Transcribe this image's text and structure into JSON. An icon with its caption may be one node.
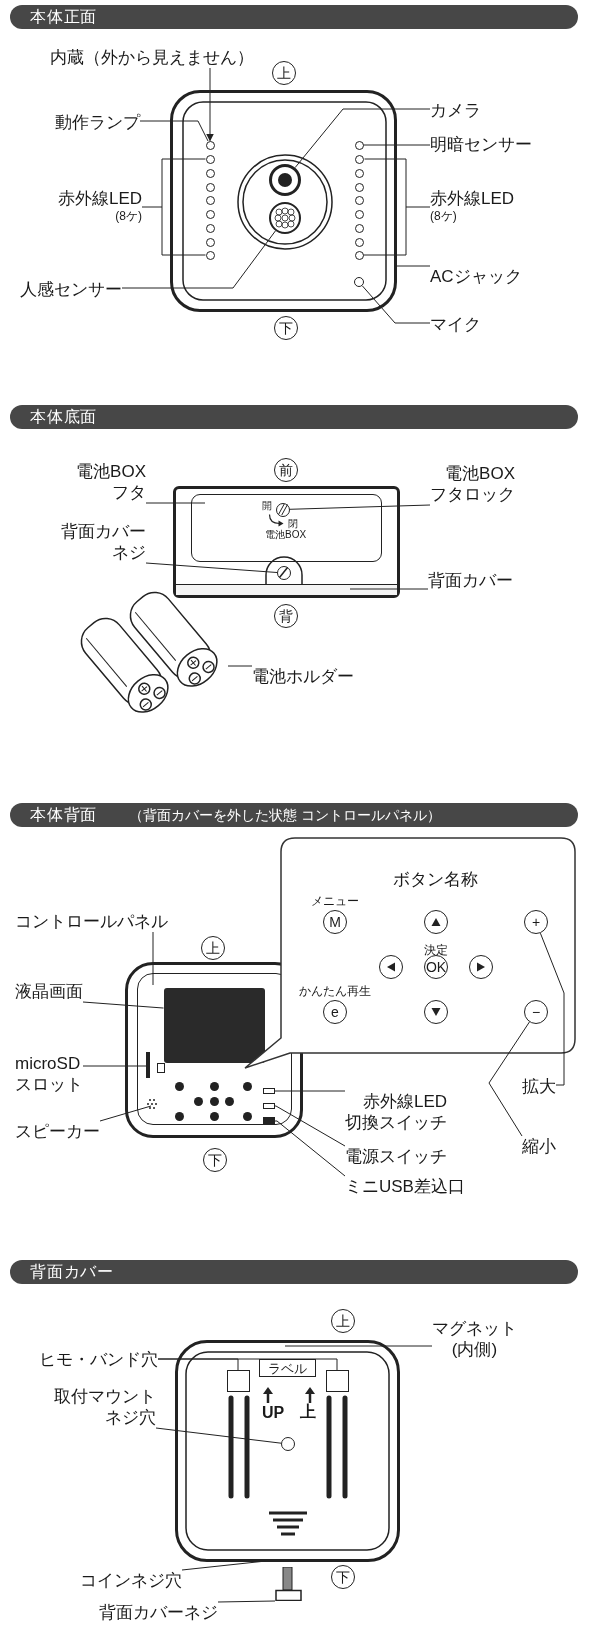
{
  "diagram": {
    "nodes": [
      {
        "text": [
          "本体正面"
        ]
      },
      {
        "text": [
          "内蔵（外から見えません）"
        ]
      },
      {
        "text": [
          "上"
        ]
      },
      {
        "text": [
          "動作ランプ"
        ]
      },
      {
        "text": [
          "カメラ"
        ]
      },
      {
        "text": [
          "明暗センサー"
        ]
      },
      {
        "text": [
          "赤外線LED",
          "(8ケ)"
        ]
      },
      {
        "text": [
          "赤外線LED",
          "(8ケ)"
        ]
      },
      {
        "text": [
          "ACジャック"
        ]
      },
      {
        "text": [
          "人感センサー"
        ]
      },
      {
        "text": [
          "マイク"
        ]
      },
      {
        "text": [
          "下"
        ]
      },
      {
        "text": [
          "本体底面"
        ]
      },
      {
        "text": [
          "前"
        ]
      },
      {
        "text": [
          "電池BOX",
          "フタ"
        ]
      },
      {
        "text": [
          "電池BOX",
          "フタロック"
        ]
      },
      {
        "text": [
          "背面カバー",
          "ネジ"
        ]
      },
      {
        "text": [
          "背面カバー"
        ]
      },
      {
        "text": [
          "背"
        ]
      },
      {
        "text": [
          "電池ホルダー"
        ]
      },
      {
        "text": [
          "本体背面",
          "（背面カバーを外した状態 コントロールパネル）"
        ]
      },
      {
        "text": [
          "ボタン名称"
        ]
      },
      {
        "text": [
          "M"
        ],
        "beside": [
          "メニュー"
        ],
        "in": 21
      },
      {
        "text": [],
        "shape": "circle",
        "in": 21
      },
      {
        "text": [
          "+"
        ],
        "in": 21
      },
      {
        "text": [],
        "shape": "circle",
        "in": 21
      },
      {
        "text": [
          "OK"
        ],
        "beside": [
          "決定"
        ],
        "in": 21
      },
      {
        "text": [],
        "shape": "circle",
        "in": 21
      },
      {
        "text": [
          "e"
        ],
        "beside": [
          "かんたん再生"
        ],
        "in": 21
      },
      {
        "text": [],
        "shape": "circle",
        "in": 21
      },
      {
        "text": [
          "−"
        ],
        "in": 21
      },
      {
        "text": [
          "コントロールパネル"
        ]
      },
      {
        "text": [
          "上"
        ]
      },
      {
        "text": [
          "液晶画面"
        ]
      },
      {
        "text": [
          "microSD",
          "スロット"
        ]
      },
      {
        "text": [
          "赤外線LED",
          "切換スイッチ"
        ]
      },
      {
        "text": [
          "拡大"
        ]
      },
      {
        "text": [
          "スピーカー"
        ]
      },
      {
        "text": [
          "縮小"
        ]
      },
      {
        "text": [
          "電源スイッチ"
        ]
      },
      {
        "text": [
          "下"
        ]
      },
      {
        "text": [
          "ミニUSB差込口"
        ]
      },
      {
        "text": [
          "背面カバー"
        ]
      },
      {
        "text": [
          "上"
        ]
      },
      {
        "text": [
          "マグネット",
          "(内側)"
        ]
      },
      {
        "text": [
          "ヒモ・バンド穴"
        ]
      },
      {
        "text": [
          "ラベル"
        ],
        "in": 73
      },
      {
        "text": [
          "取付マウント",
          "ネジ穴"
        ]
      },
      {
        "text": [
          "コインネジ穴"
        ]
      },
      {
        "text": [
          "下"
        ]
      },
      {
        "text": [
          "背面カバーネジ"
        ]
      },
      {
        "text": [],
        "shape": "box"
      },
      {
        "text": [],
        "shape": "circle",
        "in": 51
      },
      {
        "text": [],
        "shape": "circle",
        "in": 51
      },
      {
        "text": [],
        "shape": "circle",
        "in": 51
      },
      {
        "text": [],
        "shape": "circle",
        "in": 51
      },
      {
        "text": [],
        "shape": "circle",
        "in": 51
      },
      {
        "text": [],
        "shape": "circle",
        "in": 51
      },
      {
        "text": [],
        "shape": "circle",
        "in": 51
      },
      {
        "text": [],
        "shape": "box"
      },
      {
        "text": [],
        "shape": "box",
        "in": 59
      },
      {
        "text": [],
        "shape": "circle",
        "in": 60
      },
      {
        "text": [],
        "shape": "circle",
        "in": 59
      },
      {
        "text": [],
        "shape": "bar",
        "in": 59
      },
      {
        "text": [],
        "shape": "cylinder"
      },
      {
        "text": [],
        "shape": "box"
      },
      {
        "text": [],
        "shape": "box",
        "in": 65
      },
      {
        "text": [],
        "shape": "box",
        "in": 66
      },
      {
        "text": [],
        "shape": "bar",
        "in": 66
      },
      {
        "text": [],
        "shape": "circle",
        "in": 66
      },
      {
        "text": [],
        "shape": "box",
        "in": 66
      },
      {
        "text": [],
        "shape": "box",
        "in": 66
      },
      {
        "text": [],
        "shape": "box",
        "in": 66
      },
      {
        "text": [],
        "shape": "box"
      },
      {
        "text": [],
        "shape": "box",
        "in": 73
      },
      {
        "text": [],
        "shape": "box",
        "in": 73
      },
      {
        "text": [],
        "shape": "circle",
        "in": 73
      },
      {
        "text": [],
        "shape": "box"
      }
    ],
    "edges": [
      {
        "from": 1,
        "to": 52,
        "arrow": "to"
      },
      {
        "from": 3,
        "to": 52,
        "arrow": "none"
      },
      {
        "from": 4,
        "to": 53,
        "arrow": "none"
      },
      {
        "from": 5,
        "to": 54,
        "arrow": "none"
      },
      {
        "from": 6,
        "to": 55,
        "arrow": "none"
      },
      {
        "from": 7,
        "to": 56,
        "arrow": "none"
      },
      {
        "from": 8,
        "to": 51,
        "arrow": "none"
      },
      {
        "from": 9,
        "to": 57,
        "arrow": "none"
      },
      {
        "from": 10,
        "to": 58,
        "arrow": "none"
      },
      {
        "from": 14,
        "to": 60,
        "arrow": "none"
      },
      {
        "from": 15,
        "to": 61,
        "arrow": "none"
      },
      {
        "from": 16,
        "to": 62,
        "arrow": "none"
      },
      {
        "from": 17,
        "to": 63,
        "arrow": "none"
      },
      {
        "from": 19,
        "to": 64,
        "arrow": "none"
      },
      {
        "from": 31,
        "to": 66,
        "arrow": "none"
      },
      {
        "from": 33,
        "to": 67,
        "arrow": "none"
      },
      {
        "from": 34,
        "to": 68,
        "arrow": "none"
      },
      {
        "from": 35,
        "to": 70,
        "arrow": "none"
      },
      {
        "from": 37,
        "to": 69,
        "arrow": "none"
      },
      {
        "from": 39,
        "to": 71,
        "arrow": "none"
      },
      {
        "from": 41,
        "to": 72,
        "arrow": "none"
      },
      {
        "from": 36,
        "to": 24,
        "arrow": "none"
      },
      {
        "from": 38,
        "to": 30,
        "arrow": "none"
      },
      {
        "from": 44,
        "to": 73,
        "arrow": "none"
      },
      {
        "from": 45,
        "to": 74,
        "arrow": "none"
      },
      {
        "from": 47,
        "to": 76,
        "arrow": "none"
      },
      {
        "from": 48,
        "to": 73,
        "arrow": "none"
      },
      {
        "from": 50,
        "to": 77,
        "arrow": "none"
      },
      {
        "from": 45,
        "to": 75,
        "arrow": "none"
      }
    ],
    "labels": [
      "開",
      "閉",
      "電池BOX",
      "UP",
      "上"
    ]
  }
}
